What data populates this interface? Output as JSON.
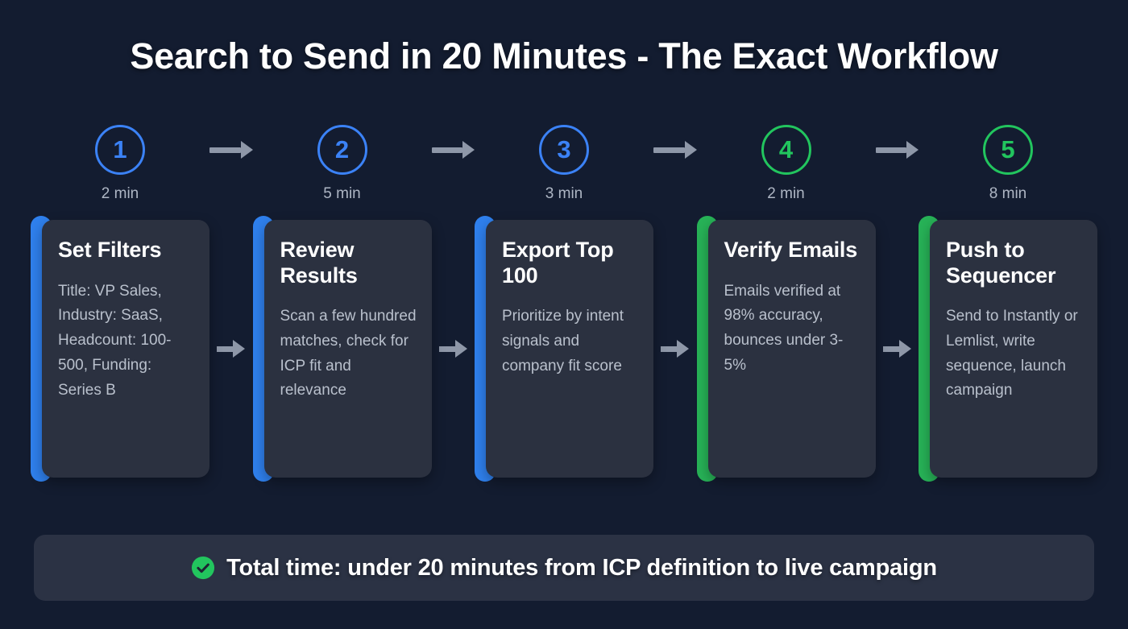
{
  "page": {
    "title": "Search to Send in 20 Minutes - The Exact Workflow",
    "background_color": "#131c30"
  },
  "colors": {
    "blue": "#3b82f6",
    "green": "#22c55e",
    "card_background": "#2b3140",
    "footer_background": "#2b3244",
    "arrow_gray": "#8e97a8",
    "body_text": "#b9c0cc"
  },
  "timeline": {
    "arrow_icon": "arrow-right-icon",
    "steps": [
      {
        "number": "1",
        "time": "2 min",
        "color": "#3b82f6"
      },
      {
        "number": "2",
        "time": "5 min",
        "color": "#3b82f6"
      },
      {
        "number": "3",
        "time": "3 min",
        "color": "#3b82f6"
      },
      {
        "number": "4",
        "time": "2 min",
        "color": "#22c55e"
      },
      {
        "number": "5",
        "time": "8 min",
        "color": "#22c55e"
      }
    ]
  },
  "cards": [
    {
      "title": "Set Filters",
      "description": "Title: VP Sales, Industry: SaaS, Headcount: 100-500, Funding: Series B",
      "accent": "#2f80ed"
    },
    {
      "title": "Review Results",
      "description": "Scan a few hundred matches, check for ICP fit and relevance",
      "accent": "#2f80ed"
    },
    {
      "title": "Export Top 100",
      "description": "Prioritize by intent signals and company fit score",
      "accent": "#2f80ed"
    },
    {
      "title": "Verify Emails",
      "description": "Emails verified at 98% accuracy, bounces under 3-5%",
      "accent": "#27b257"
    },
    {
      "title": "Push to Sequencer",
      "description": "Send to Instantly or Lemlist, write sequence, launch campaign",
      "accent": "#27b257"
    }
  ],
  "footer": {
    "icon": "check-circle-icon",
    "icon_color": "#22c55e",
    "text": "Total time: under 20 minutes from ICP definition to live campaign"
  }
}
